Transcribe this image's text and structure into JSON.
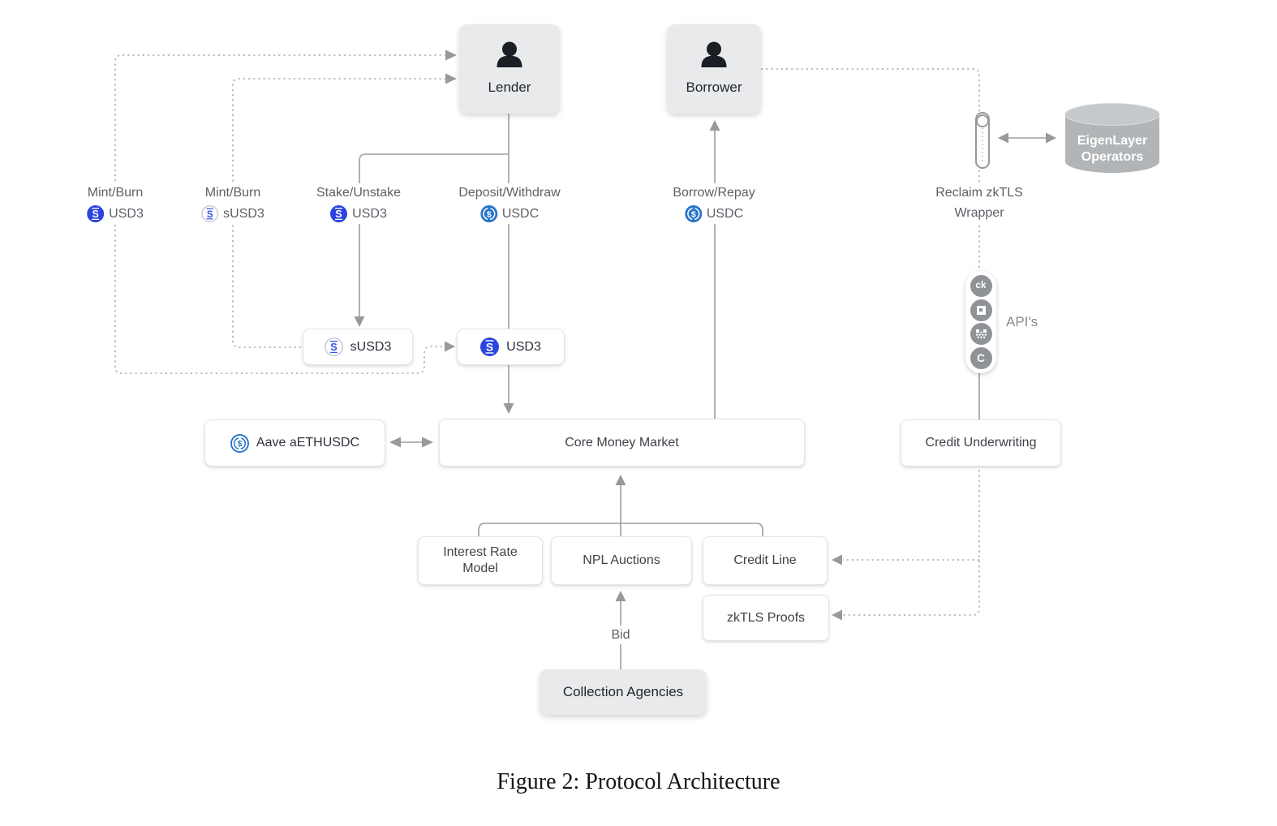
{
  "caption": "Figure 2: Protocol Architecture",
  "nodes": {
    "lender": "Lender",
    "borrower": "Borrower",
    "eigenlayer_line1": "EigenLayer",
    "eigenlayer_line2": "Operators",
    "susd3": "sUSD3",
    "usd3": "USD3",
    "aave": "Aave aETHUSDC",
    "core_money_market": "Core Money Market",
    "credit_underwriting": "Credit Underwriting",
    "interest_rate_model_line1": "Interest Rate",
    "interest_rate_model_line2": "Model",
    "npl_auctions": "NPL Auctions",
    "credit_line": "Credit Line",
    "zktls_proofs": "zkTLS Proofs",
    "collection_agencies": "Collection Agencies"
  },
  "edge_labels": {
    "mint_burn_usd3_action": "Mint/Burn",
    "mint_burn_usd3_token": "USD3",
    "mint_burn_susd3_action": "Mint/Burn",
    "mint_burn_susd3_token": "sUSD3",
    "stake_unstake_action": "Stake/Unstake",
    "stake_unstake_token": "USD3",
    "deposit_withdraw_action": "Deposit/Withdraw",
    "deposit_withdraw_token": "USDC",
    "borrow_repay_action": "Borrow/Repay",
    "borrow_repay_token": "USDC",
    "reclaim_line1": "Reclaim zkTLS",
    "reclaim_line2": "Wrapper",
    "apis": "API's",
    "bid": "Bid"
  },
  "icons": {
    "usd3_coin_glyph": "S",
    "susd3_coin_glyph": "S",
    "usdc_coin_glyph": "$",
    "aave_coin_glyph": "$",
    "api_ck": "ck",
    "api_c": "C"
  },
  "colors": {
    "usd3_blue": "#2b44df",
    "usdc_blue": "#2775ca",
    "line_gray": "#9c9ea1",
    "node_gray": "#e9eaec"
  }
}
